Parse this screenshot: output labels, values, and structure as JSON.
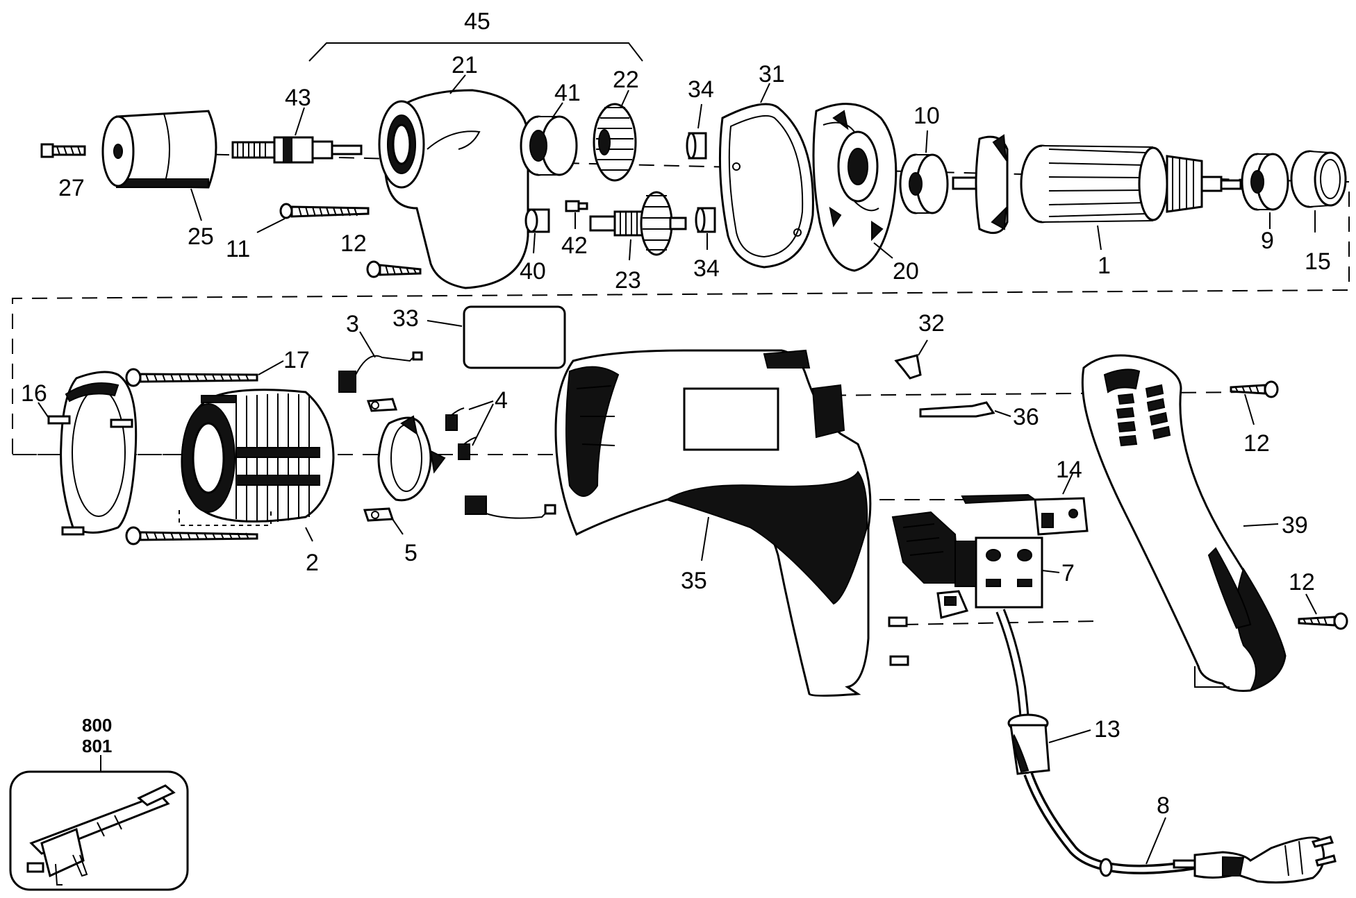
{
  "labels": {
    "p45": "45",
    "p21": "21",
    "p22": "22",
    "p41": "41",
    "p43": "43",
    "p34a": "34",
    "p31": "31",
    "p10": "10",
    "p27": "27",
    "p25": "25",
    "p11": "11",
    "p12a": "12",
    "p40": "40",
    "p42": "42",
    "p23": "23",
    "p34b": "34",
    "p20": "20",
    "p1": "1",
    "p9": "9",
    "p15": "15",
    "p3": "3",
    "p33": "33",
    "p32": "32",
    "p17": "17",
    "p16": "16",
    "p4": "4",
    "p36": "36",
    "p12b": "12",
    "p14": "14",
    "p2": "2",
    "p5": "5",
    "p35": "35",
    "p7": "7",
    "p39": "39",
    "p12c": "12",
    "p13": "13",
    "p8": "8",
    "p800": "800",
    "p801": "801"
  }
}
